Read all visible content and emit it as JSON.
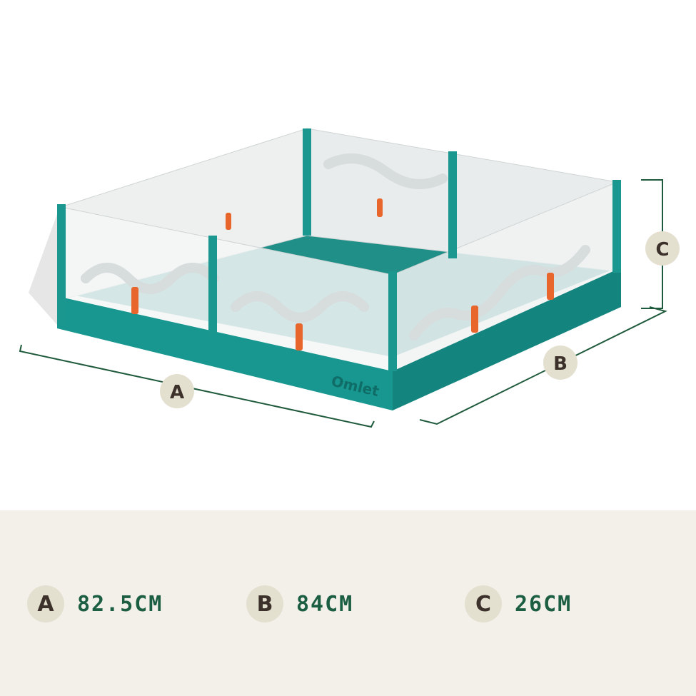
{
  "product": {
    "brand_logo": "Omlet"
  },
  "dimensions": [
    {
      "letter": "A",
      "value": "82.5CM"
    },
    {
      "letter": "B",
      "value": "84CM"
    },
    {
      "letter": "C",
      "value": "26CM"
    }
  ],
  "colors": {
    "teal": "#17978f",
    "line": "#1f5a3c",
    "badge": "#e3e0d0",
    "value_text": "#1c5e41",
    "footer_bg": "#f3f0ea",
    "strap": "#e8652b"
  }
}
